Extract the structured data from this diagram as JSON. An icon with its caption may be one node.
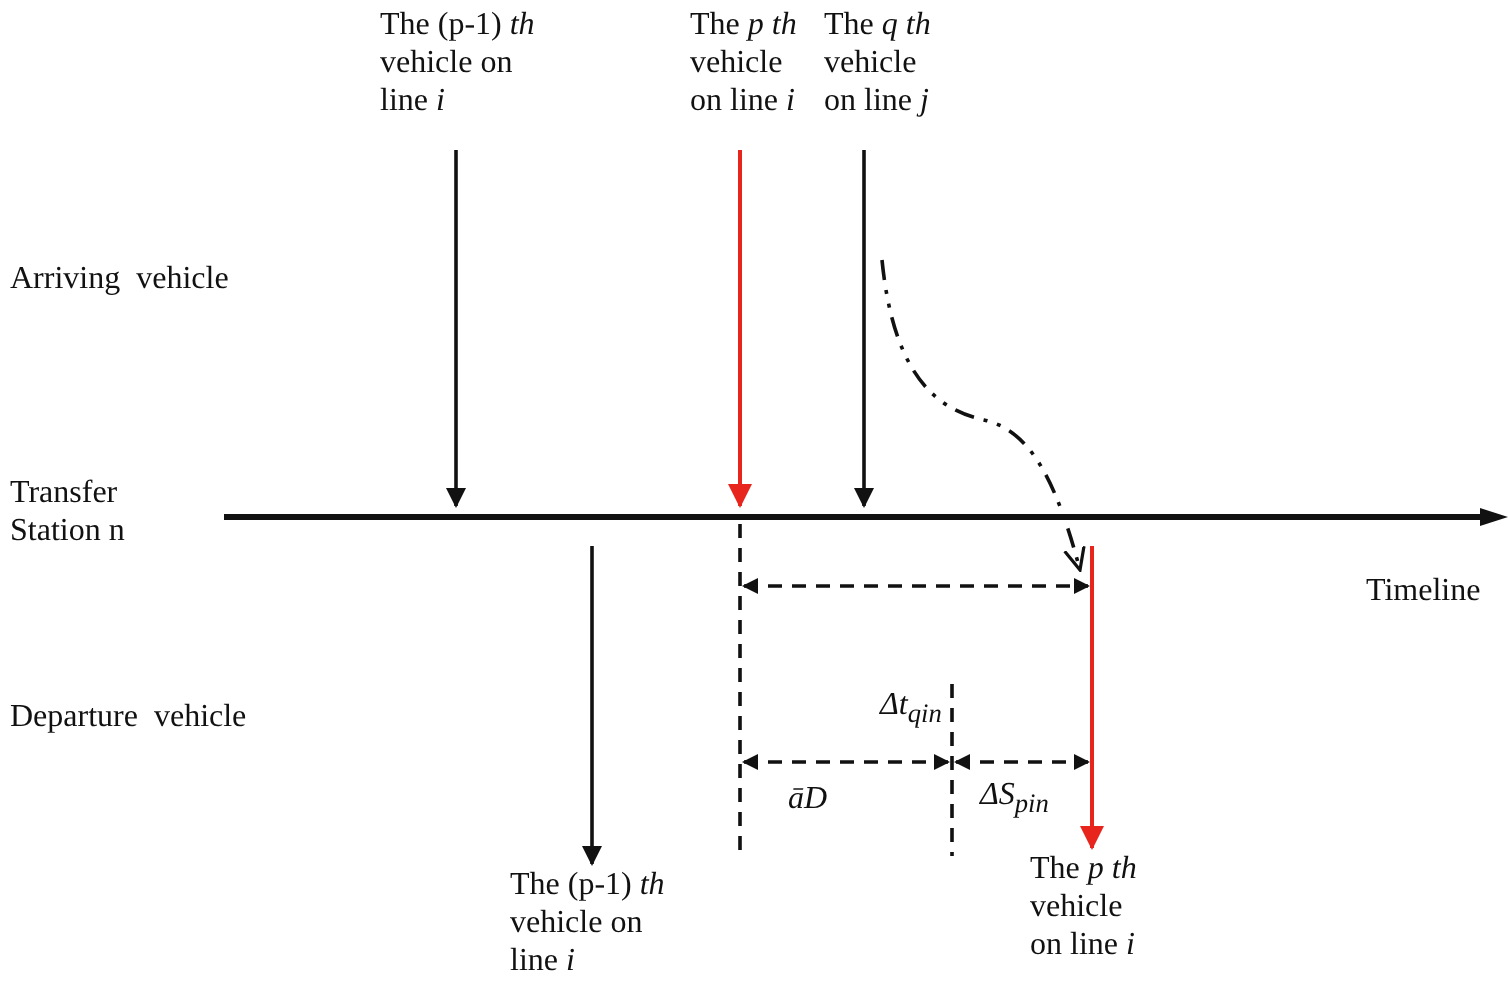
{
  "diagram": {
    "nodes": [
      {
        "text": [
          "The (p-1) *th* vehicle on line *i*"
        ]
      },
      {
        "text": [
          "The *p th* vehicle on line *i*"
        ]
      },
      {
        "text": [
          "The *q th* vehicle on line *j*"
        ]
      },
      {
        "text": [
          "The (p-1) *th* vehicle on line *i*"
        ]
      },
      {
        "text": [
          "The *p th* vehicle on line *i*"
        ]
      },
      {
        "text": [],
        "shape": "bar"
      }
    ],
    "edges": [
      {
        "from": 0,
        "to": 5,
        "arrow": "to"
      },
      {
        "from": 1,
        "to": 5,
        "arrow": "to",
        "color": "#e8251c"
      },
      {
        "from": 2,
        "to": 5,
        "arrow": "to"
      },
      {
        "from": 5,
        "to": 3,
        "arrow": "to"
      },
      {
        "from": 5,
        "to": 4,
        "arrow": "to",
        "color": "#e8251c"
      },
      {
        "from": null,
        "to": 5,
        "arrow": "to",
        "style": "dashed"
      }
    ],
    "labels": [
      "Arriving  vehicle",
      "Transfer Station n",
      "Timeline",
      "Departure  vehicle",
      "Δt$_{qin}$",
      "āD",
      "ΔS$_{pin}$"
    ]
  }
}
